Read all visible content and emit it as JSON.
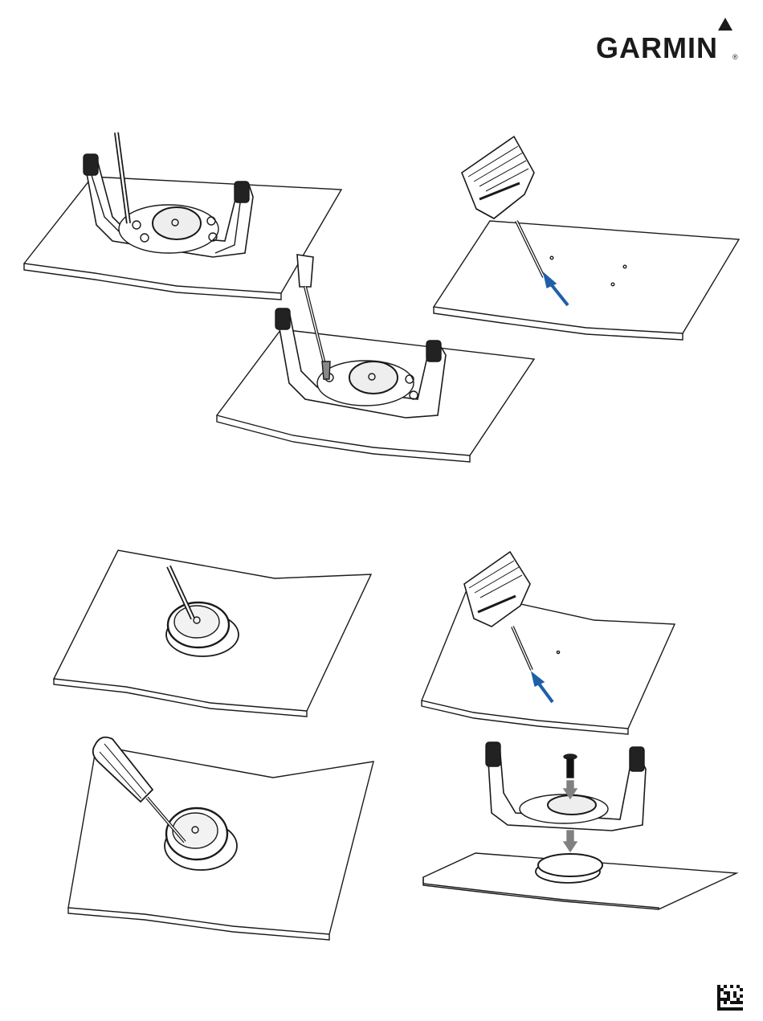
{
  "brand": {
    "logo_text": "GARMIN",
    "registered_mark": "®",
    "logo_icon": "delta-triangle-icon"
  },
  "illustrations": [
    {
      "name": "pilot-hole-marking-bracket",
      "icon": "marking-pen-icon"
    },
    {
      "name": "drilling-pilot-holes",
      "icon": "drill-icon",
      "accent": "#1f5fa8"
    },
    {
      "name": "screwing-bracket-base",
      "icon": "screwdriver-icon"
    },
    {
      "name": "marking-quick-release-mount",
      "icon": "marking-pen-icon"
    },
    {
      "name": "drilling-quick-release-holes",
      "icon": "drill-icon",
      "accent": "#1f5fa8"
    },
    {
      "name": "screwing-quick-release-mount",
      "icon": "screwdriver-icon"
    },
    {
      "name": "attaching-bracket-to-mount",
      "icon": "bolt-icon",
      "accent": "#777777"
    }
  ],
  "footer": {
    "qr_icon": "data-matrix-code-icon"
  },
  "colors": {
    "line": "#1a1a1a",
    "arrow_blue": "#1f5fa8",
    "arrow_gray": "#808080"
  }
}
